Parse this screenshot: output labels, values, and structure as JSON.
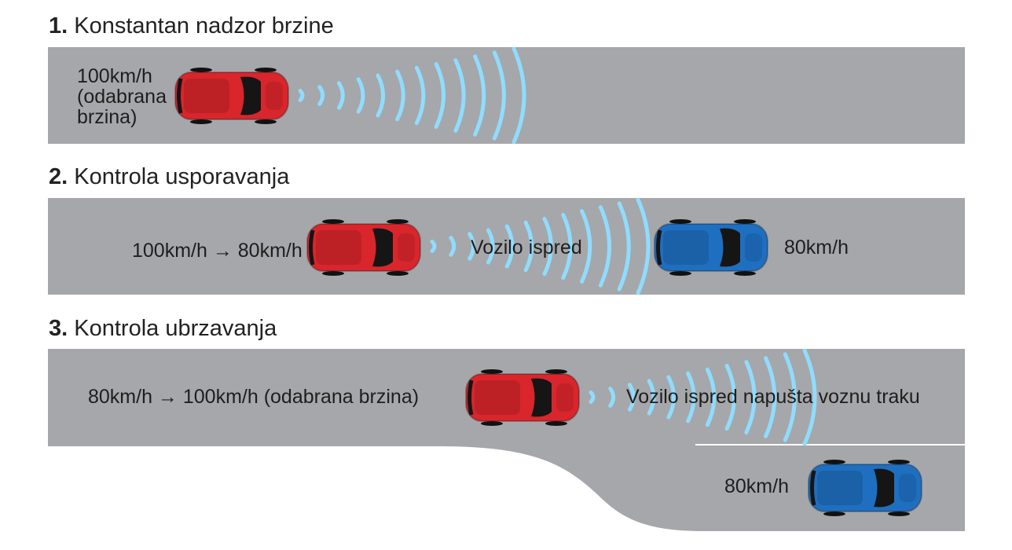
{
  "sections": [
    {
      "number": "1.",
      "title": "Konstantan nadzor brzine",
      "speed_lines": [
        "100km/h",
        "(odabrana",
        "brzina)"
      ]
    },
    {
      "number": "2.",
      "title": "Kontrola usporavanja",
      "own_speed": "100km/h → 80km/h",
      "vehicle_ahead": "Vozilo ispred",
      "ahead_speed": "80km/h"
    },
    {
      "number": "3.",
      "title": "Kontrola ubrzavanja",
      "own_speed": "80km/h → 100km/h (odabrana brzina)",
      "vehicle_ahead": "Vozilo ispred napušta voznu traku",
      "ahead_speed": "80km/h"
    }
  ],
  "colors": {
    "road": "#a6a7aa",
    "own_car": "#d8262c",
    "vehicle_ahead": "#1f6fc0",
    "radar": "#8fdcff"
  }
}
